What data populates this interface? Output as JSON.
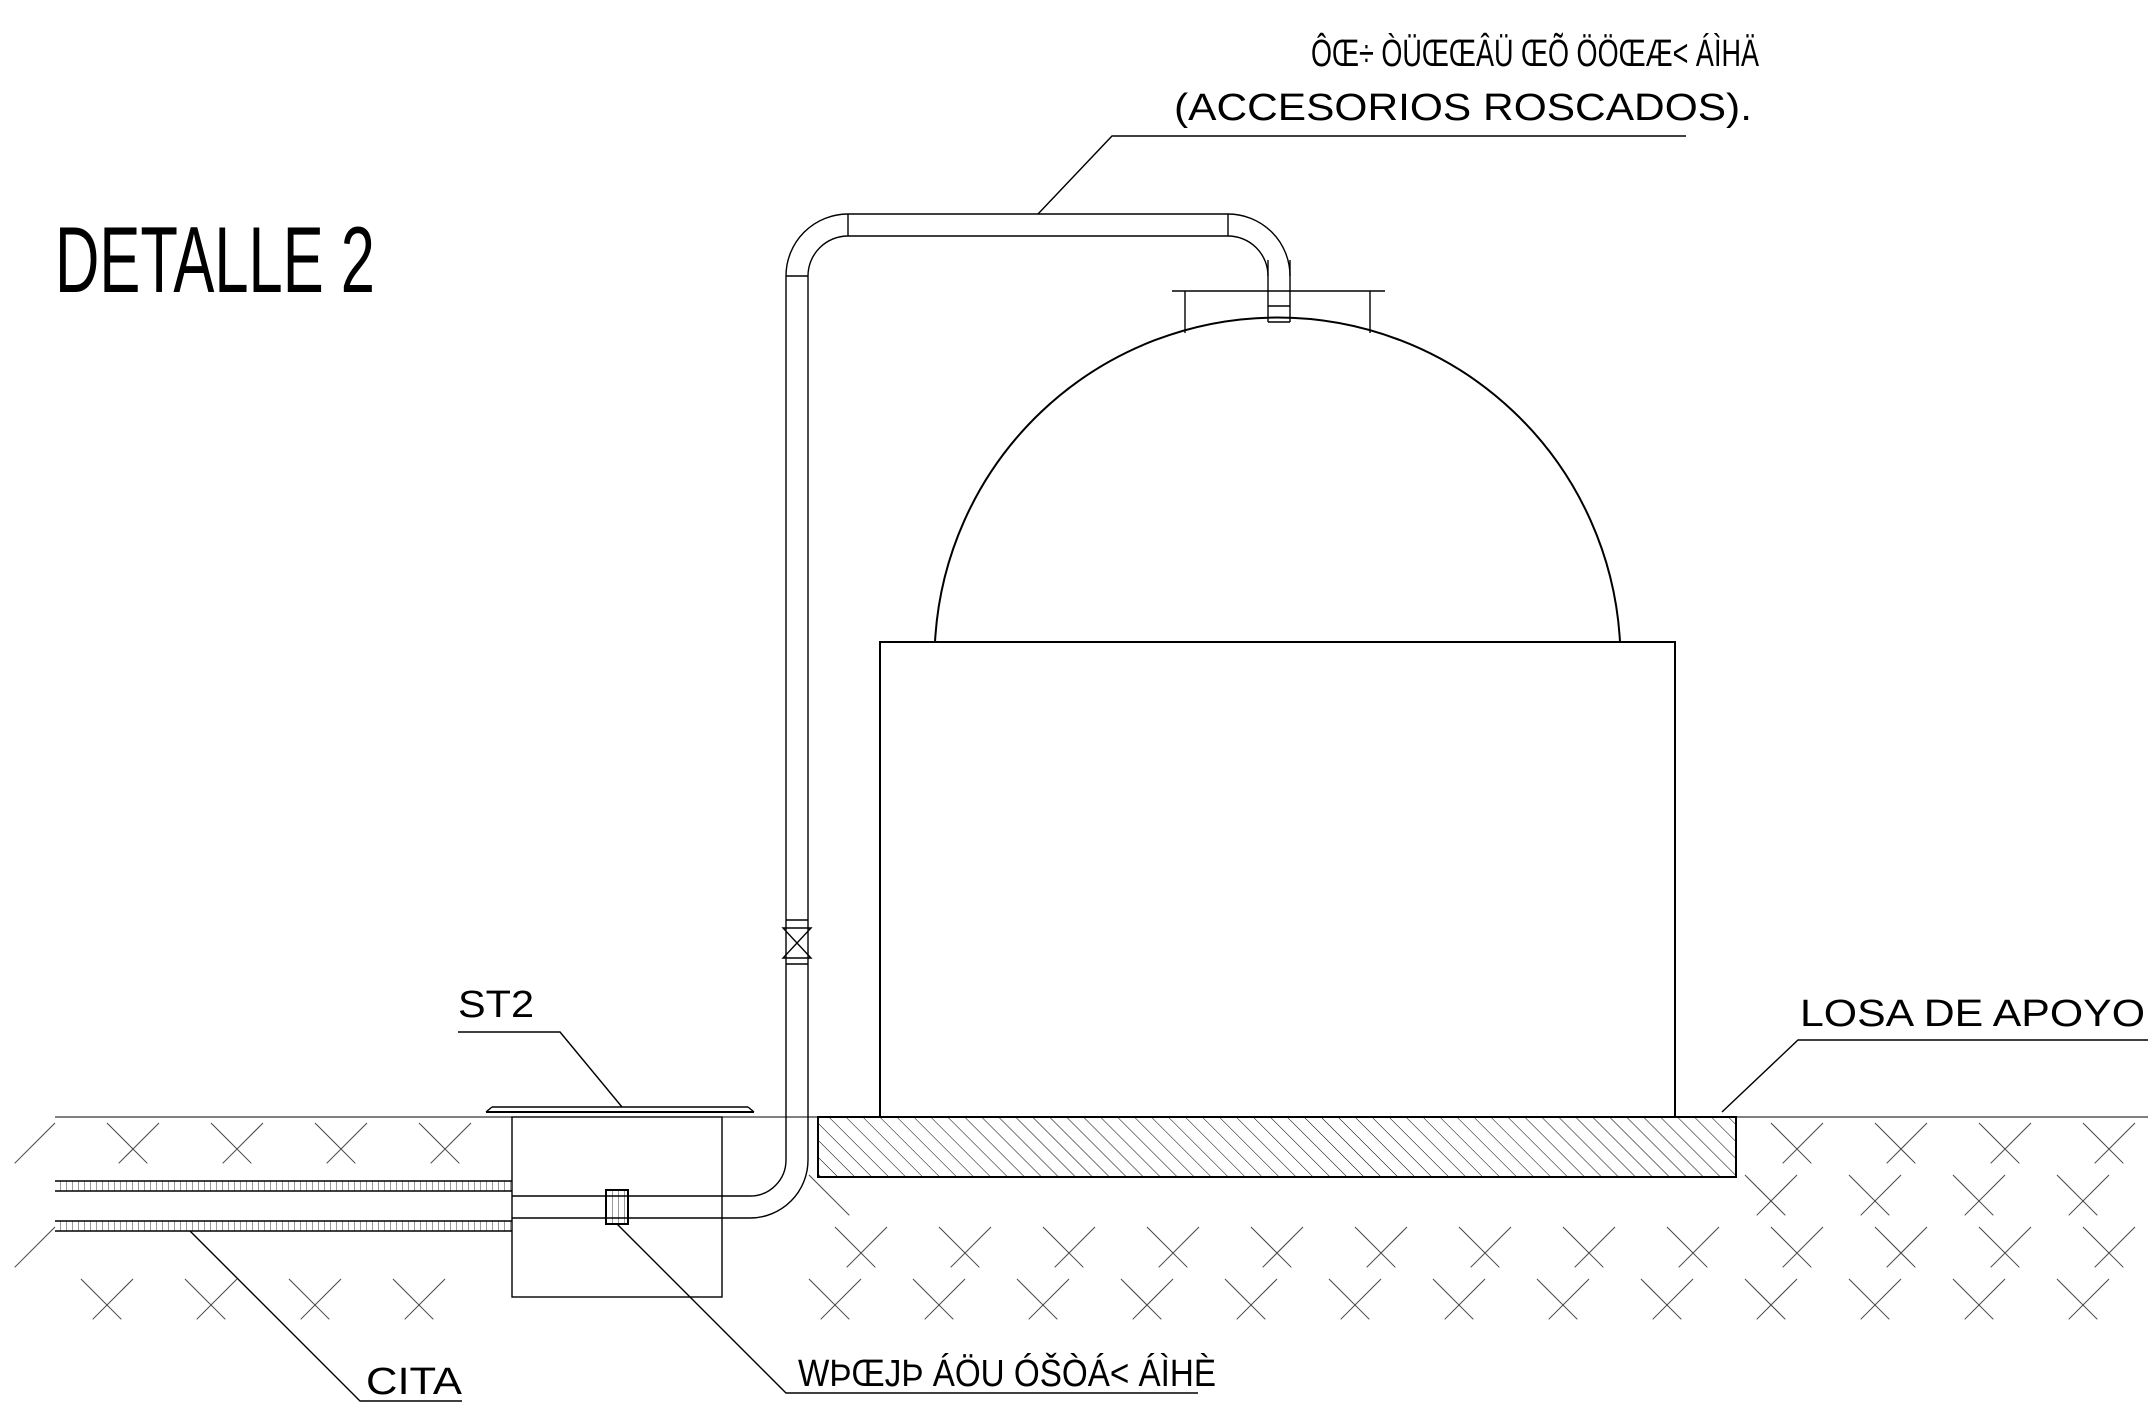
{
  "title": "DETALLE 2",
  "labels": {
    "top_line1": "ÔŒ÷ ÒÜŒŒÂÜ ŒÕ ÖÖŒÆ< ÁÌHÄ",
    "top_line2": "(ACCESORIOS ROSCADOS).",
    "st2": "ST2",
    "losa": "LOSA DE APOYO",
    "cita": "CITA",
    "bottom": "WÞŒJÞ ÁÖU ÓŠÒÁ< ÁÌHÈ"
  },
  "colors": {
    "line": "#000000",
    "background": "#ffffff",
    "soil_hatch": "#444444"
  }
}
